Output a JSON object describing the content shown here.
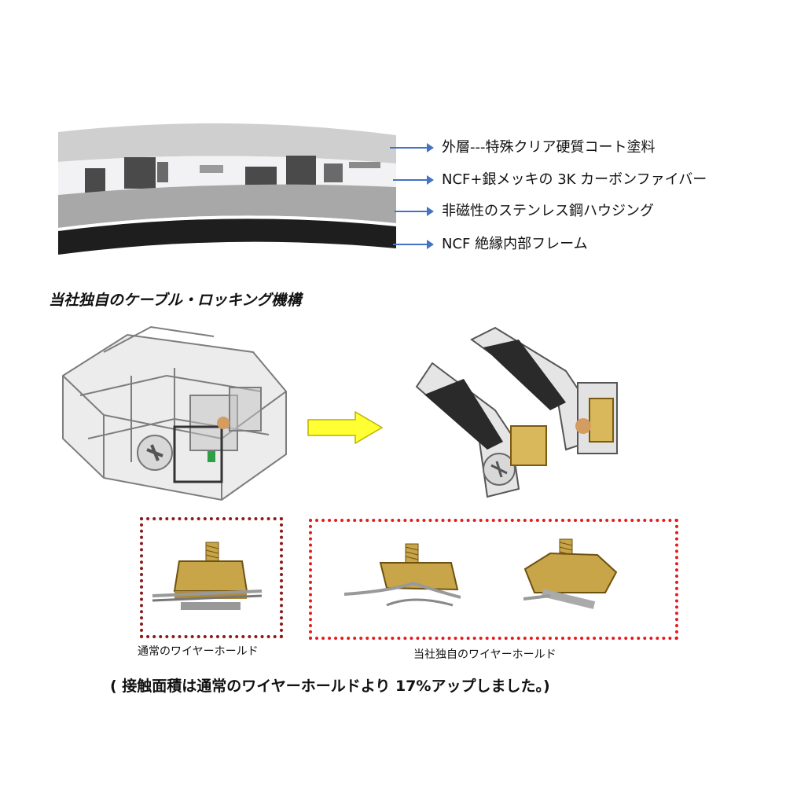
{
  "layers": [
    {
      "label": "外層---特殊クリア硬質コート塗料"
    },
    {
      "label": "NCF+銀メッキの 3K カーボンファイバー"
    },
    {
      "label": "非磁性のステンレス鋼ハウジング"
    },
    {
      "label": "NCF 絶縁内部フレーム"
    }
  ],
  "section_title": "当社独自のケーブル・ロッキング機構",
  "captions": {
    "normal": "通常のワイヤーホールド",
    "proprietary": "当社独自のワイヤーホールド"
  },
  "footnote": "( 接触面積は通常のワイヤーホールドより 17%アップしました。)",
  "colors": {
    "arrow_blue": "#4472c4",
    "arrow_yellow": "#ffff33",
    "box_brown": "#8b1a1a",
    "box_red": "#e51c1c",
    "brass": "#c9a54a"
  }
}
